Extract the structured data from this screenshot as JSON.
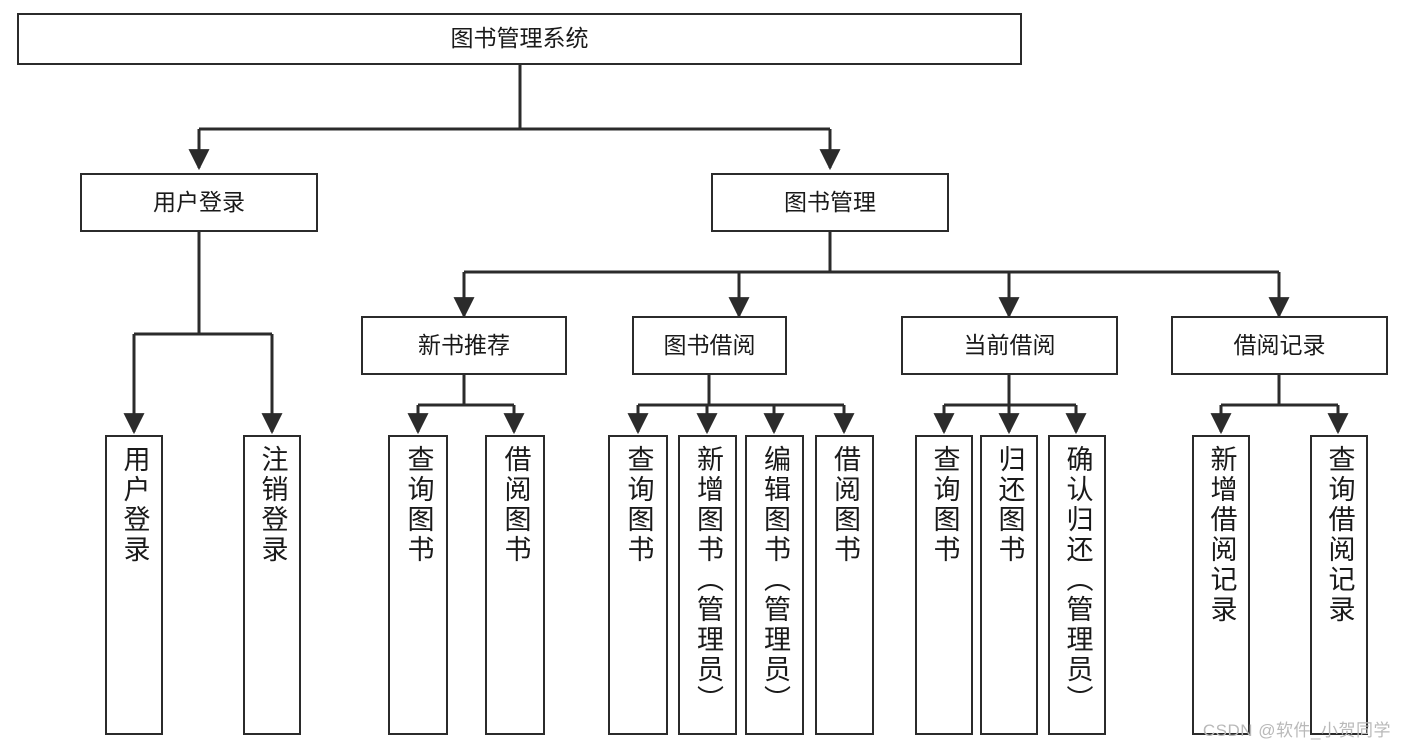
{
  "diagram": {
    "title_node": {
      "label": "图书管理系统"
    },
    "level1": [
      {
        "id": "user-login",
        "label": "用户登录"
      },
      {
        "id": "book-manage",
        "label": "图书管理"
      }
    ],
    "level2": [
      {
        "id": "new-book-recommend",
        "label": "新书推荐"
      },
      {
        "id": "book-borrow",
        "label": "图书借阅"
      },
      {
        "id": "current-borrow",
        "label": "当前借阅"
      },
      {
        "id": "borrow-record",
        "label": "借阅记录"
      }
    ],
    "leaves": {
      "user_login": [
        {
          "id": "leaf-user-login",
          "label": "用户登录"
        },
        {
          "id": "leaf-logout",
          "label": "注销登录"
        }
      ],
      "new_book_recommend": [
        {
          "id": "leaf-query-book-1",
          "label": "查询图书"
        },
        {
          "id": "leaf-borrow-book-1",
          "label": "借阅图书"
        }
      ],
      "book_borrow": [
        {
          "id": "leaf-query-book-2",
          "label": "查询图书"
        },
        {
          "id": "leaf-add-book",
          "label": "新增图书（管理员）"
        },
        {
          "id": "leaf-edit-book",
          "label": "编辑图书（管理员）"
        },
        {
          "id": "leaf-borrow-book-2",
          "label": "借阅图书"
        }
      ],
      "current_borrow": [
        {
          "id": "leaf-query-book-3",
          "label": "查询图书"
        },
        {
          "id": "leaf-return-book",
          "label": "归还图书"
        },
        {
          "id": "leaf-confirm-return",
          "label": "确认归还（管理员）"
        }
      ],
      "borrow_record": [
        {
          "id": "leaf-add-record",
          "label": "新增借阅记录"
        },
        {
          "id": "leaf-query-record",
          "label": "查询借阅记录"
        }
      ]
    },
    "watermark": "CSDN @软件_小贺同学",
    "colors": {
      "stroke": "#2b2b2b",
      "background": "#ffffff",
      "text": "#1a1a1a",
      "watermark": "#b9b9b9"
    }
  }
}
